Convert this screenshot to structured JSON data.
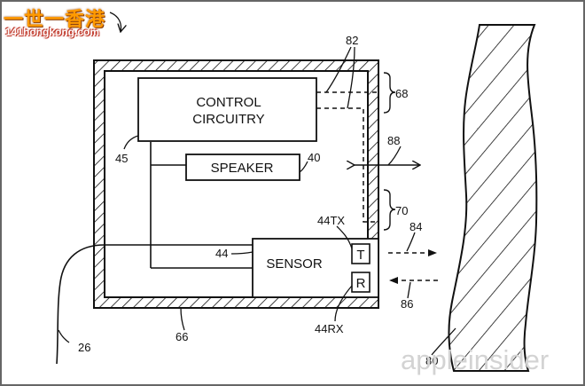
{
  "logo": {
    "main_text": "一世一香港",
    "sub_text": "141hongkong.com"
  },
  "watermark": {
    "text": "appleinsider"
  },
  "boxes": {
    "control": {
      "line1": "CONTROL",
      "line2": "CIRCUITRY"
    },
    "speaker": {
      "text": "SPEAKER"
    },
    "sensor": {
      "text": "SENSOR"
    },
    "transmitter": {
      "text": "T"
    },
    "receiver": {
      "text": "R"
    }
  },
  "refs": {
    "r82": "82",
    "r68": "68",
    "r88": "88",
    "r70": "70",
    "r45": "45",
    "r40": "40",
    "r44tx": "44TX",
    "r44": "44",
    "r84": "84",
    "r86": "86",
    "r44rx": "44RX",
    "r66": "66",
    "r26": "26",
    "r80": "80"
  },
  "colors": {
    "line": "#111111",
    "border": "#666666",
    "logo_orange": "#ff9a00",
    "watermark": "#d3d3d3"
  }
}
